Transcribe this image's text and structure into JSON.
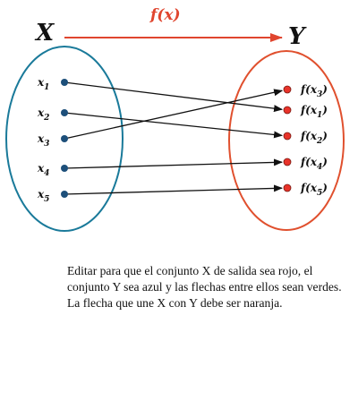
{
  "diagram": {
    "set_x_title": "X",
    "set_y_title": "Y",
    "map_label": "f(x)",
    "domain_elements": [
      {
        "name": "x",
        "sub": "1"
      },
      {
        "name": "x",
        "sub": "2"
      },
      {
        "name": "x",
        "sub": "3"
      },
      {
        "name": "x",
        "sub": "4"
      },
      {
        "name": "x",
        "sub": "5"
      }
    ],
    "codomain_elements": [
      {
        "fn": "f(",
        "var": "x",
        "sub": "3",
        "close": ")"
      },
      {
        "fn": "f(",
        "var": "x",
        "sub": "1",
        "close": ")"
      },
      {
        "fn": "f(",
        "var": "x",
        "sub": "2",
        "close": ")"
      },
      {
        "fn": "f(",
        "var": "x",
        "sub": "4",
        "close": ")"
      },
      {
        "fn": "f(",
        "var": "x",
        "sub": "5",
        "close": ")"
      }
    ],
    "mappings": [
      [
        0,
        1
      ],
      [
        1,
        2
      ],
      [
        2,
        0
      ],
      [
        3,
        3
      ],
      [
        4,
        4
      ]
    ],
    "colors": {
      "set_x": "#1a7a9a",
      "set_y": "#e0502e",
      "domain_dot": "#1d4f7a",
      "codomain_dot": "#e8332a",
      "arrows": "#111111",
      "map_arrow": "#e0452e",
      "map_label": "#e0452e"
    }
  },
  "instructions": {
    "text": "Editar para que el conjunto X de salida sea rojo, el conjunto Y sea azul y las flechas entre ellos sean verdes. La flecha que une X con Y debe ser naranja."
  }
}
